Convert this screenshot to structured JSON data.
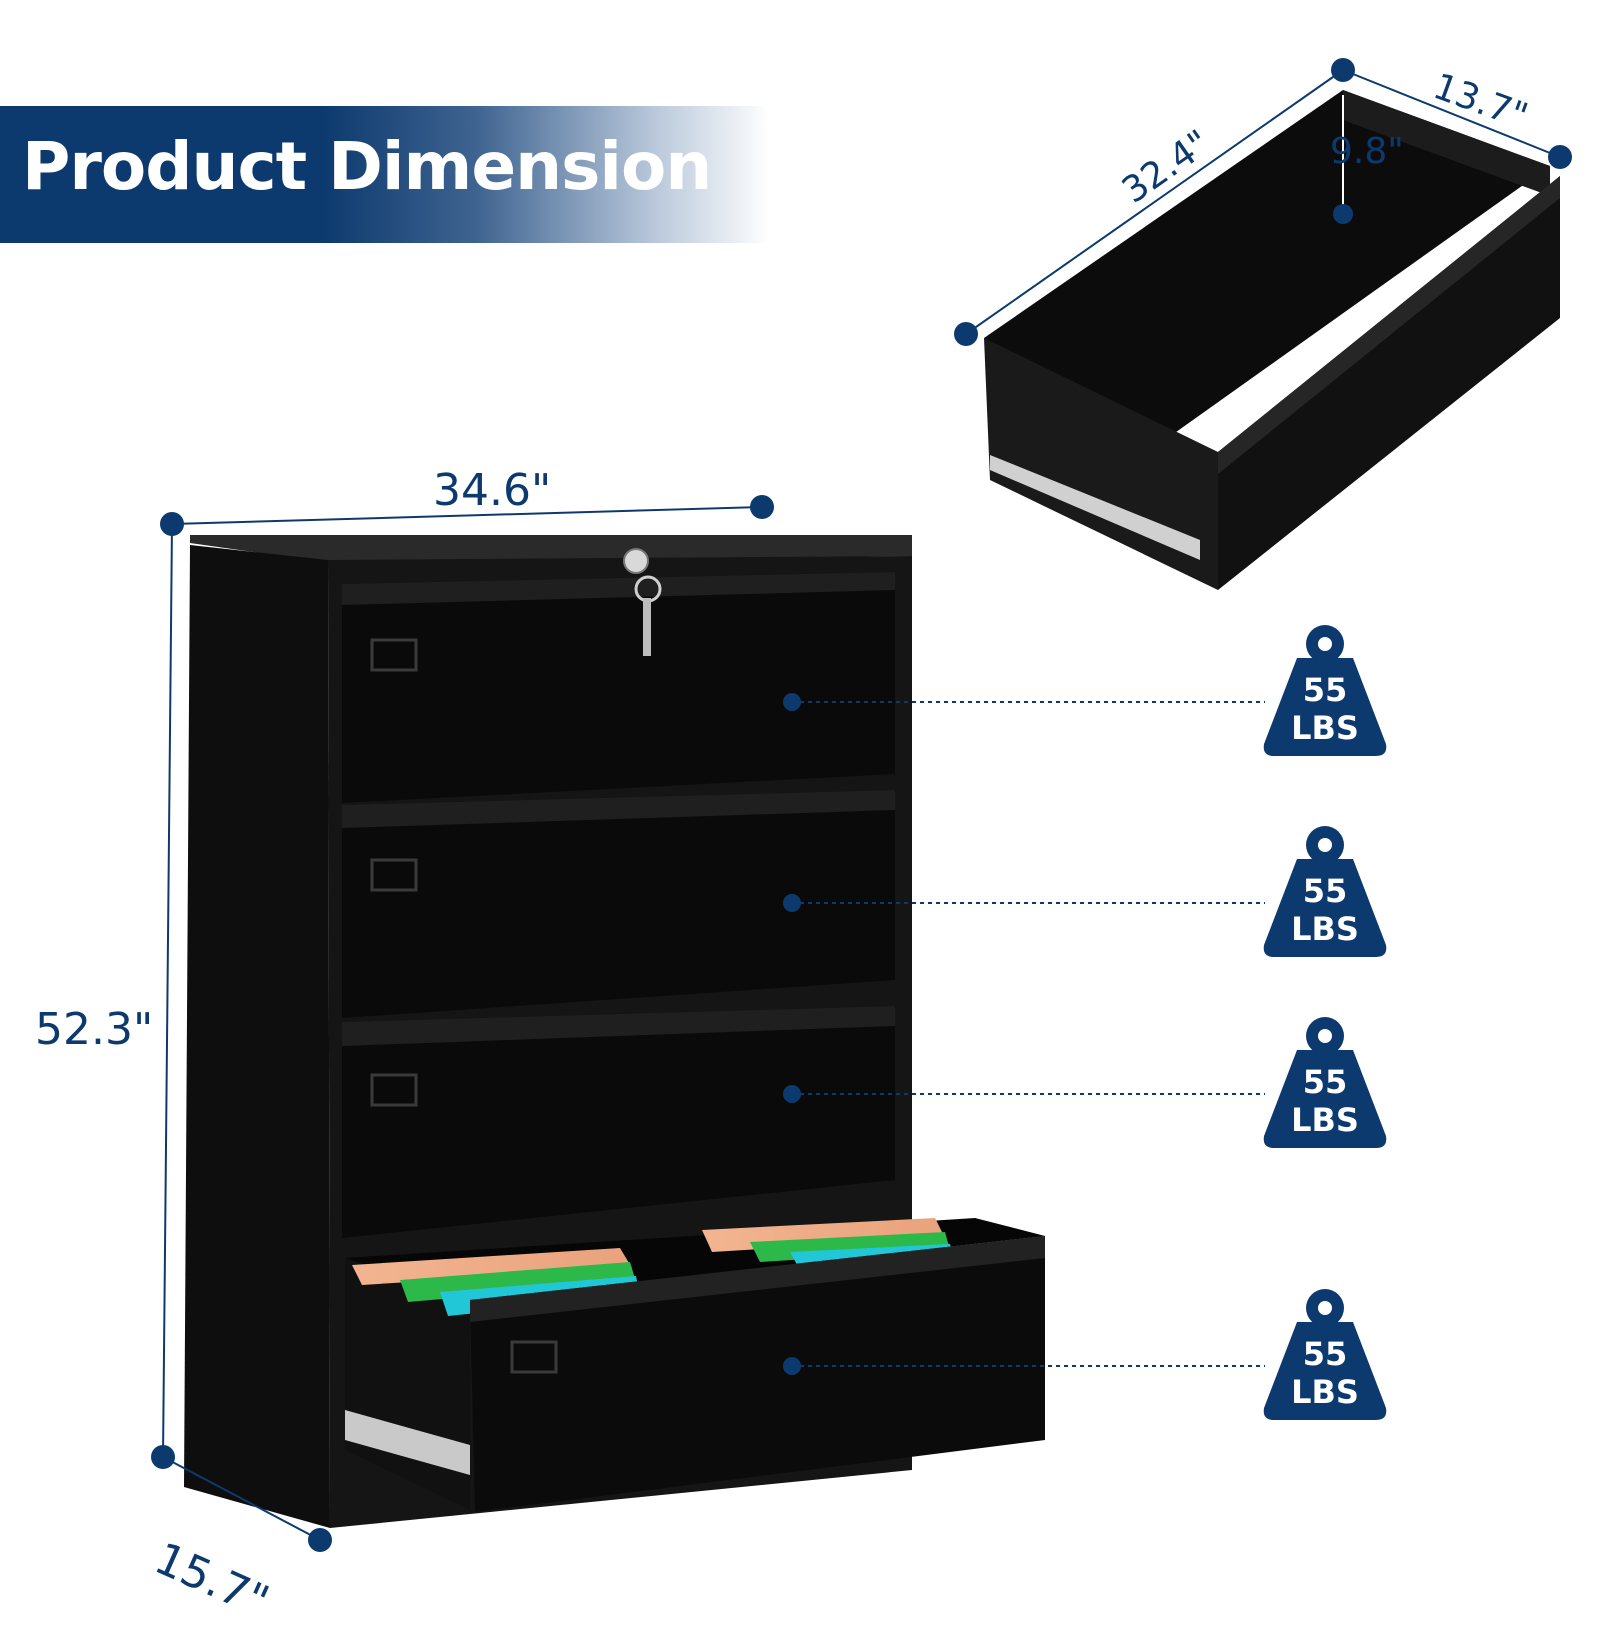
{
  "banner": {
    "title": "Product Dimension"
  },
  "cabinet": {
    "width": "34.6\"",
    "height": "52.3\"",
    "depth": "15.7\""
  },
  "drawer": {
    "length": "32.4\"",
    "width": "13.7\"",
    "height": "9.8\""
  },
  "capacity": [
    {
      "value": "55",
      "unit": "LBS"
    },
    {
      "value": "55",
      "unit": "LBS"
    },
    {
      "value": "55",
      "unit": "LBS"
    },
    {
      "value": "55",
      "unit": "LBS"
    }
  ],
  "colors": {
    "accent": "#0d3a6e",
    "cabinet": "#0b0b0b"
  },
  "icons": [
    "weight-icon",
    "lock-icon",
    "key-icon"
  ]
}
